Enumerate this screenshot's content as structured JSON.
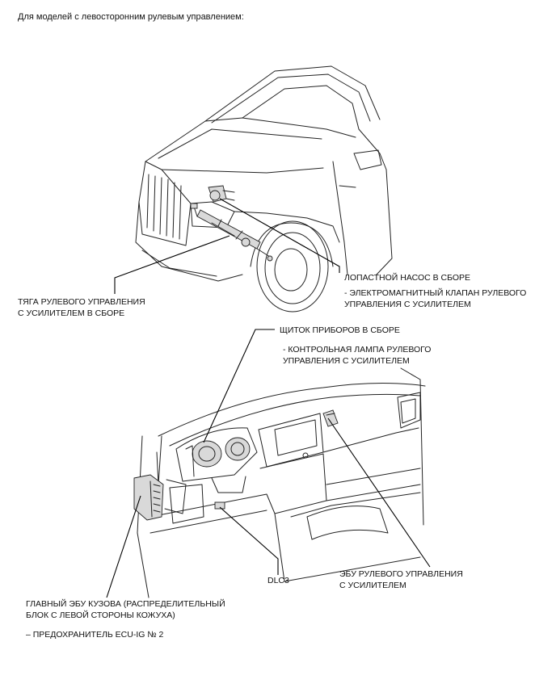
{
  "heading": "Для моделей с левосторонним рулевым управлением:",
  "labels": {
    "pump": "ЛОПАСТНОЙ НАСОС В СБОРЕ",
    "pump_sub": [
      "- ЭЛЕКТРОМАГНИТНЫЙ КЛАПАН РУЛЕВОГО",
      "УПРАВЛЕНИЯ С УСИЛИТЕЛЕМ"
    ],
    "link": [
      "ТЯГА РУЛЕВОГО УПРАВЛЕНИЯ",
      "С УСИЛИТЕЛЕМ В СБОРЕ"
    ],
    "cluster": "ЩИТОК ПРИБОРОВ В СБОРЕ",
    "cluster_sub": [
      "- КОНТРОЛЬНАЯ ЛАМПА РУЛЕВОГО",
      "УПРАВЛЕНИЯ С УСИЛИТЕЛЕМ"
    ],
    "ecu": [
      "ЭБУ РУЛЕВОГО УПРАВЛЕНИЯ",
      "С УСИЛИТЕЛЕМ"
    ],
    "dlc": "DLC3",
    "body_ecu": [
      "ГЛАВНЫЙ ЭБУ КУЗОВА (РАСПРЕДЕЛИТЕЛЬНЫЙ",
      "БЛОК С ЛЕВОЙ СТОРОНЫ КОЖУХА)"
    ],
    "fuse": "– ПРЕДОХРАНИТЕЛЬ ECU-IG № 2"
  }
}
